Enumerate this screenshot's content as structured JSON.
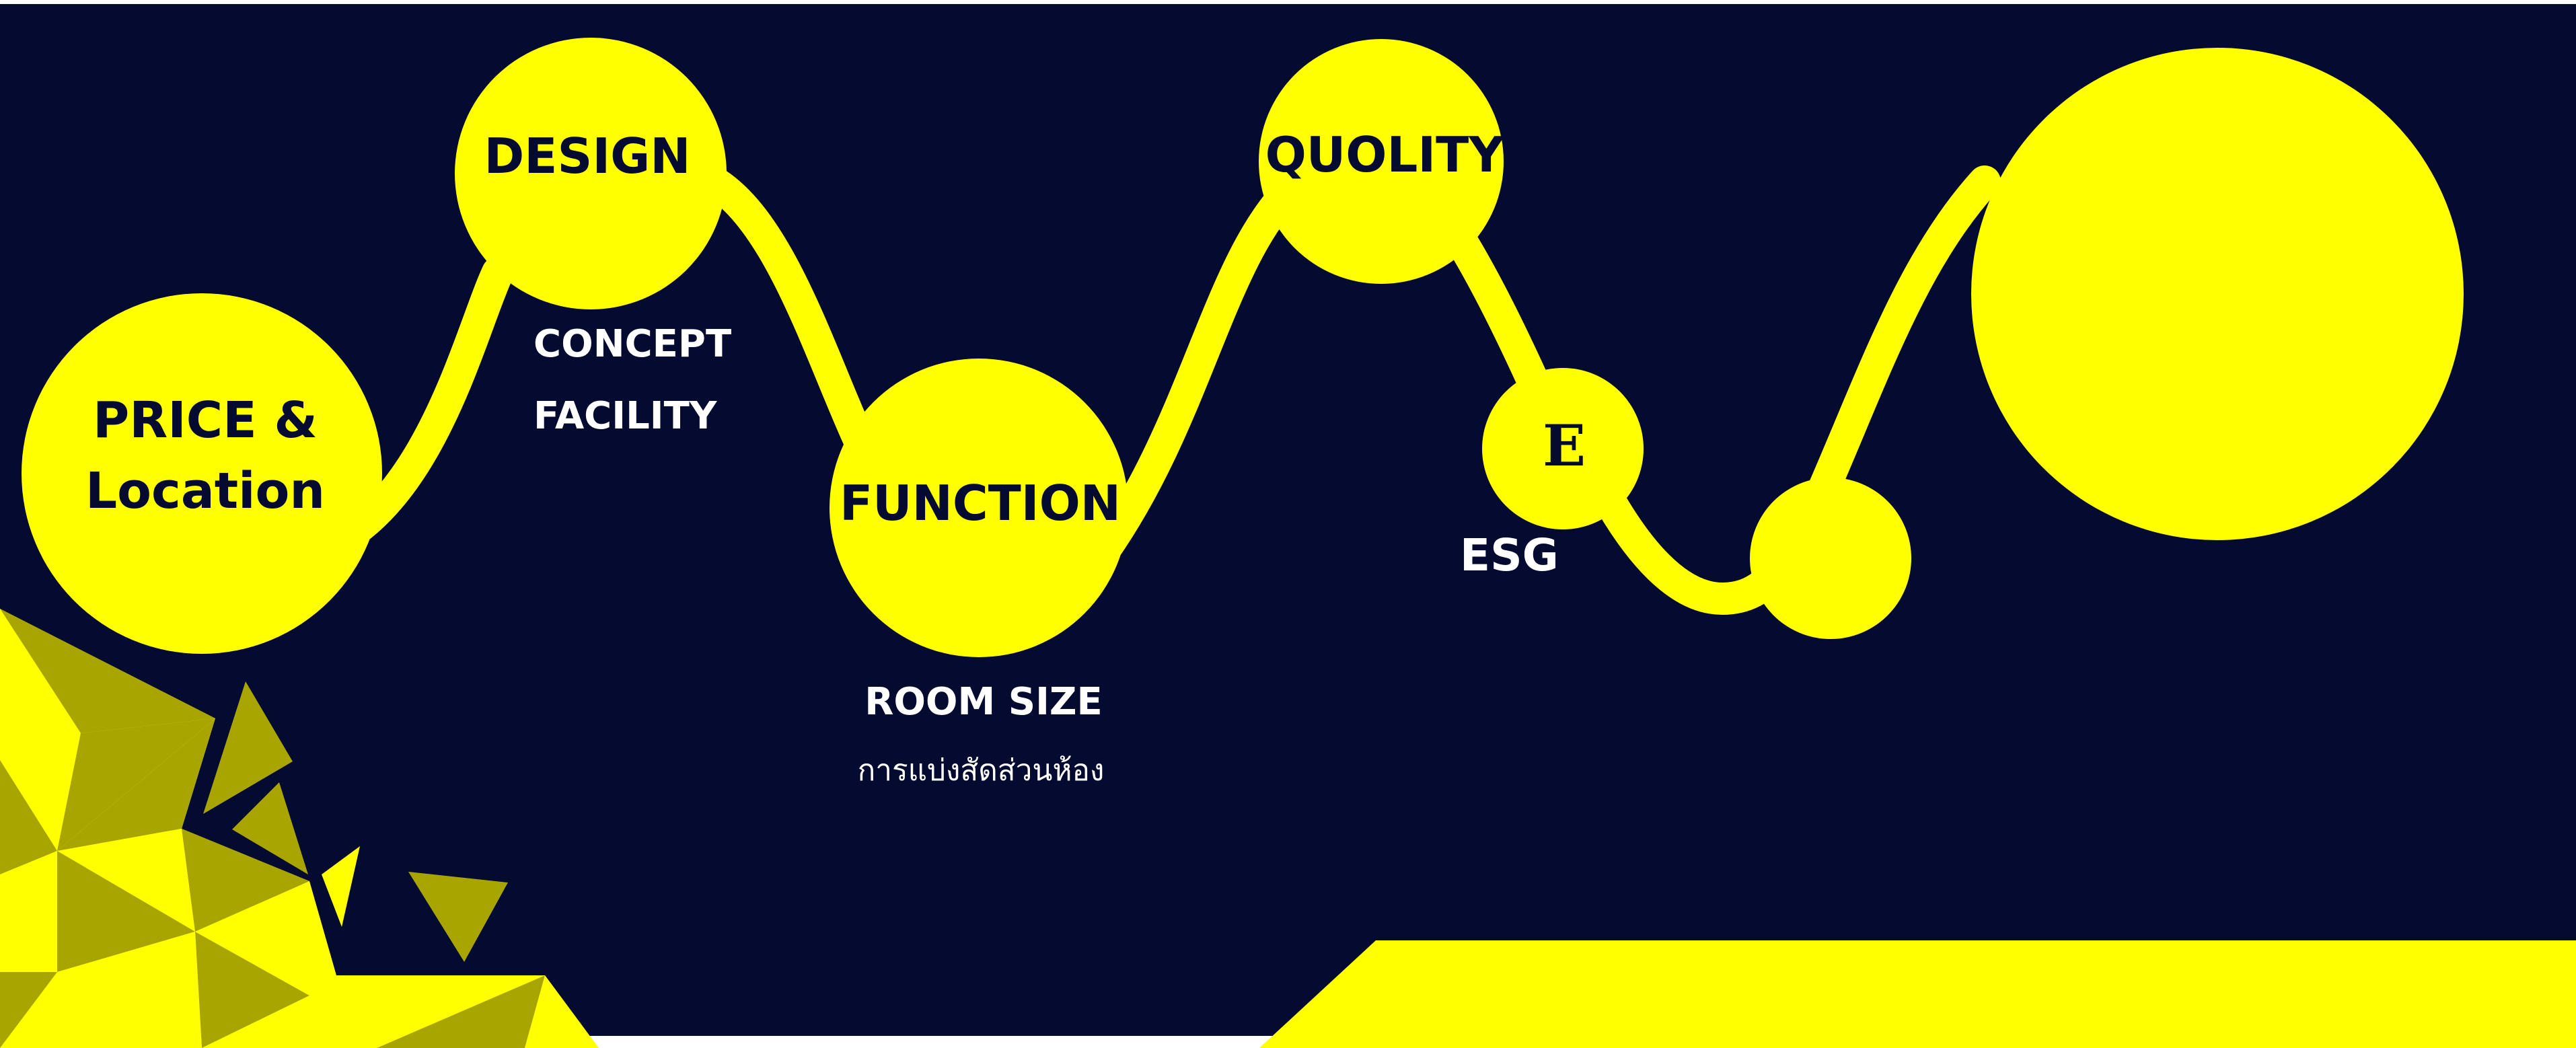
{
  "colors": {
    "background": "#050a30",
    "accent": "#ffff00",
    "accent_dark": "#a8a500",
    "ink": "#050a30",
    "text_light": "#ffffff"
  },
  "nodes": {
    "price": {
      "line1": "PRICE &",
      "line2": "Location"
    },
    "design": {
      "label": "DESIGN",
      "sub1": "CONCEPT",
      "sub2": "FACILITY"
    },
    "function": {
      "label": "FUNCTION",
      "sub1": "ROOM SIZE",
      "sub2": "การแบ่งสัดส่วนห้อง"
    },
    "quolity": {
      "label": "QUOLITY"
    },
    "e": {
      "label": "E",
      "sub1": "ESG"
    },
    "small": {
      "label": ""
    },
    "big": {
      "label": ""
    }
  }
}
